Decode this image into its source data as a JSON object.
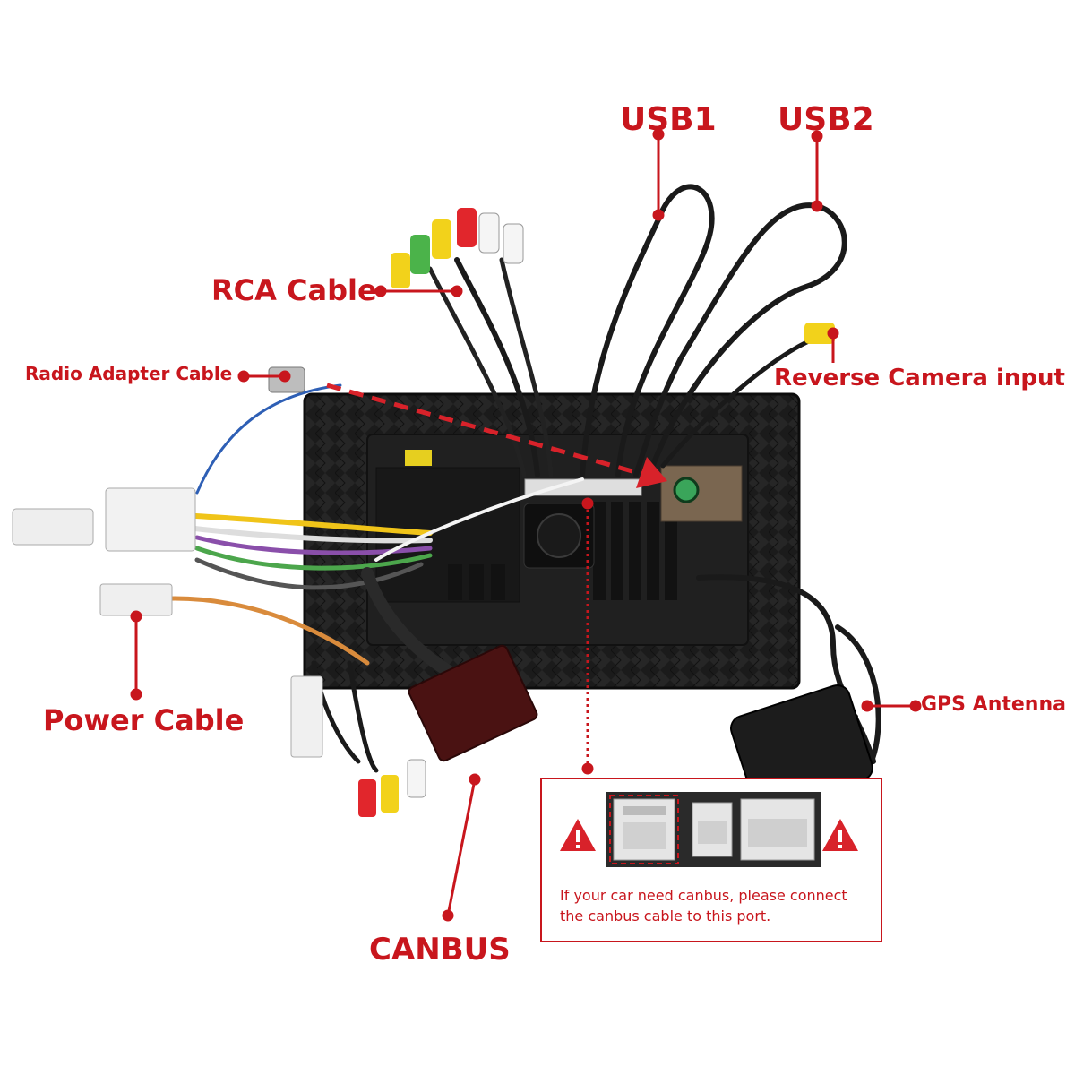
{
  "colors": {
    "label_red": "#c8161d",
    "device_black": "#1c1c1c",
    "cable_black": "#1a1a1a",
    "warning_red": "#d8222a",
    "connector_white": "#eeeeee"
  },
  "labels": {
    "usb1": "USB1",
    "usb2": "USB2",
    "rca_cable": "RCA Cable",
    "radio_adapter_cable": "Radio Adapter Cable",
    "reverse_camera_input": "Reverse Camera input",
    "power_cable": "Power Cable",
    "gps_antenna": "GPS Antenna",
    "canbus": "CANBUS"
  },
  "canbus_port_callout": {
    "note": "If your car need canbus, please connect the canbus cable to this port.",
    "icons": [
      "warning-icon",
      "warning-icon"
    ]
  }
}
